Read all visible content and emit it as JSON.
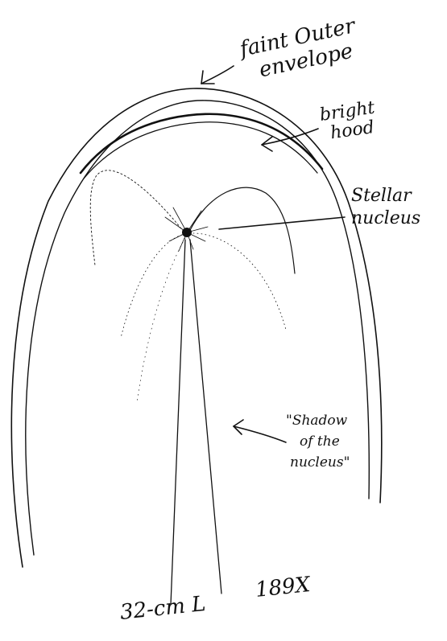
{
  "annotations": {
    "outer_envelope": [
      "faint Outer",
      "envelope"
    ],
    "bright_hood": [
      "bright",
      "hood"
    ],
    "stellar_nucleus": [
      "Stellar",
      "nucleus"
    ],
    "shadow": [
      "\"Shadow",
      "of the",
      "nucleus\""
    ]
  },
  "caption": {
    "instrument": "32-cm L",
    "magnification": "189X"
  },
  "colors": {
    "ink": "#111111",
    "paper": "#ffffff"
  }
}
